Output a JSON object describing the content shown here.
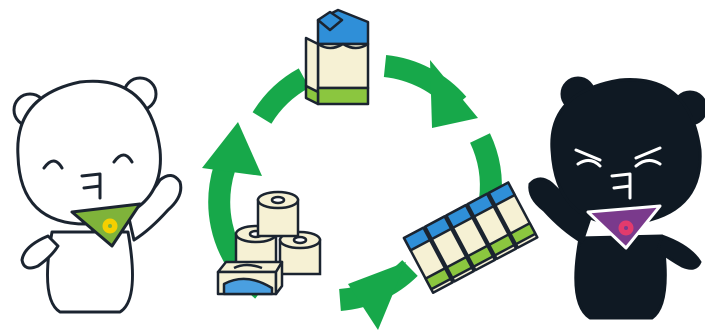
{
  "illustration": {
    "theme": "recycling-cycle",
    "icons": [
      "milk-carton-icon",
      "flattened-cartons-icon",
      "toilet-paper-icon",
      "tissue-box-icon",
      "recycle-arrow-icon"
    ],
    "characters": [
      "white-bear-mascot",
      "black-bear-mascot"
    ]
  },
  "colors": {
    "arrow_green": "#17a84a",
    "carton_blue": "#2f8fd8",
    "carton_cream": "#f6f1d4",
    "carton_green": "#8bc63f",
    "outline": "#1b2430",
    "black_bear": "#0f1923",
    "white_bear_bandana": "#7fb33a",
    "black_bear_bandana": "#7a3a8c",
    "flower_yellow": "#f5d000",
    "flower_red": "#e23b6d",
    "tissue_blue": "#4a9fe0"
  }
}
